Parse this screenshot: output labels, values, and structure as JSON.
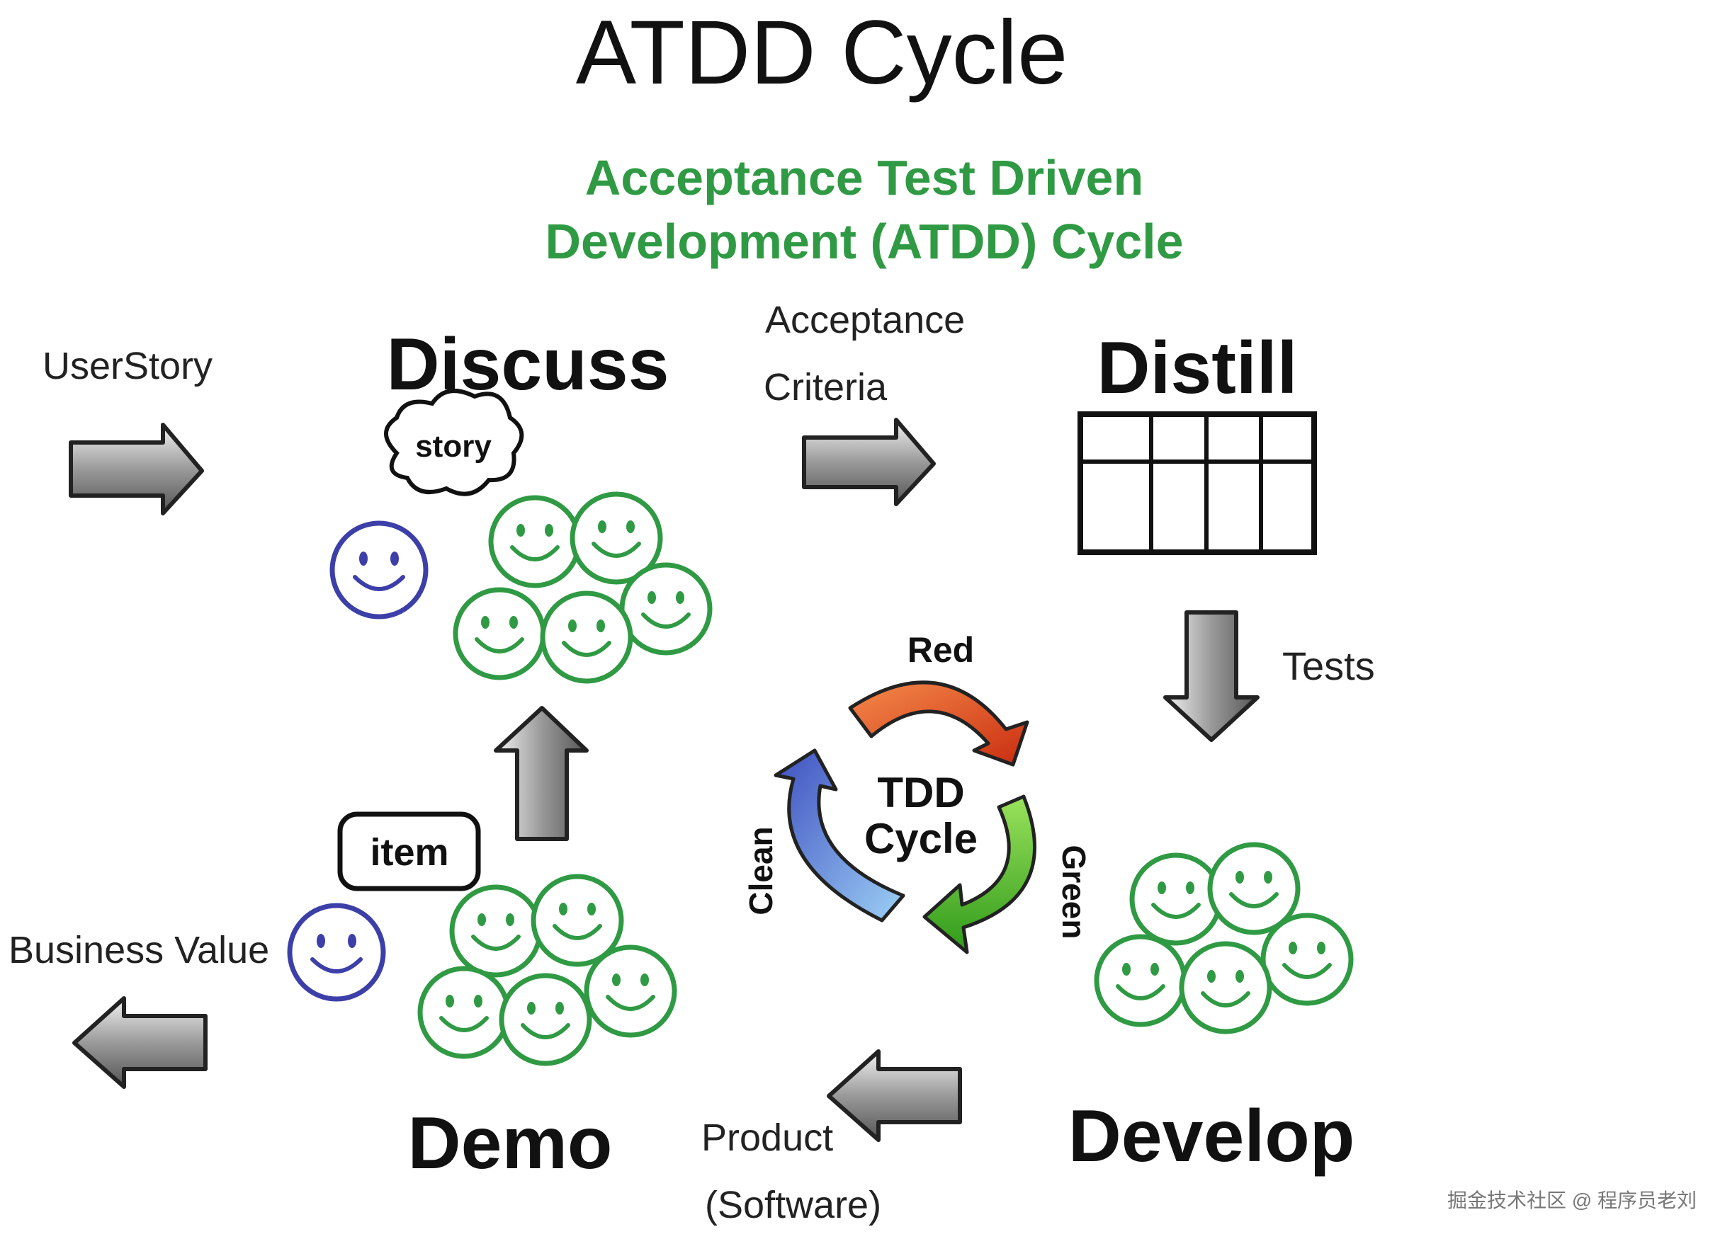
{
  "title": "ATDD Cycle",
  "subtitle_line1": "Acceptance Test Driven",
  "subtitle_line2": "Development (ATDD) Cycle",
  "stages": {
    "discuss": "Discuss",
    "distill": "Distill",
    "develop": "Develop",
    "demo": "Demo"
  },
  "flows": {
    "user_story": "UserStory",
    "acceptance_line1": "Acceptance",
    "acceptance_line2": "Criteria",
    "tests": "Tests",
    "product_line1": "Product",
    "product_line2": "(Software)",
    "business_value": "Business Value"
  },
  "notes": {
    "story_cloud": "story",
    "item_box": "item"
  },
  "tdd": {
    "center_line1": "TDD",
    "center_line2": "Cycle",
    "red": "Red",
    "green": "Green",
    "clean": "Clean"
  },
  "watermark": "掘金技术社区 @ 程序员老刘",
  "colors": {
    "subtitle": "#2f9a43",
    "face_green": "#2f9a43",
    "face_blue": "#3d3fa8",
    "arrow_red": "#e9502a",
    "arrow_green": "#4fbf2a",
    "arrow_blue": "#4a78d8"
  }
}
